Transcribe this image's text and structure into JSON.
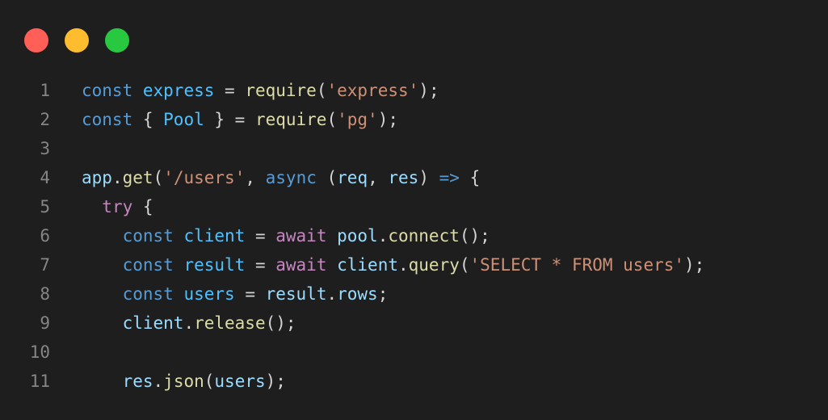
{
  "window": {
    "controls": {
      "close_color": "#ff5f57",
      "minimize_color": "#febc2e",
      "maximize_color": "#28c840"
    }
  },
  "theme": {
    "background": "#1e1e1e",
    "line_number_color": "#858585",
    "colors": {
      "decl": "#569cd6",
      "var": "#4fc1ff",
      "fn": "#dcdcaa",
      "str": "#ce9178",
      "ctrl": "#c586c0",
      "prop": "#9cdcfe",
      "plain": "#d4d4d4"
    }
  },
  "code": {
    "lines": [
      {
        "number": "1",
        "tokens": [
          {
            "t": "const",
            "c": "decl"
          },
          {
            "t": " ",
            "c": "plain"
          },
          {
            "t": "express",
            "c": "var"
          },
          {
            "t": " = ",
            "c": "plain"
          },
          {
            "t": "require",
            "c": "fn"
          },
          {
            "t": "(",
            "c": "plain"
          },
          {
            "t": "'express'",
            "c": "str"
          },
          {
            "t": ");",
            "c": "plain"
          }
        ]
      },
      {
        "number": "2",
        "tokens": [
          {
            "t": "const",
            "c": "decl"
          },
          {
            "t": " { ",
            "c": "plain"
          },
          {
            "t": "Pool",
            "c": "var"
          },
          {
            "t": " } = ",
            "c": "plain"
          },
          {
            "t": "require",
            "c": "fn"
          },
          {
            "t": "(",
            "c": "plain"
          },
          {
            "t": "'pg'",
            "c": "str"
          },
          {
            "t": ");",
            "c": "plain"
          }
        ]
      },
      {
        "number": "3",
        "tokens": []
      },
      {
        "number": "4",
        "tokens": [
          {
            "t": "app",
            "c": "prop"
          },
          {
            "t": ".",
            "c": "plain"
          },
          {
            "t": "get",
            "c": "fn"
          },
          {
            "t": "(",
            "c": "plain"
          },
          {
            "t": "'/users'",
            "c": "str"
          },
          {
            "t": ", ",
            "c": "plain"
          },
          {
            "t": "async",
            "c": "decl"
          },
          {
            "t": " (",
            "c": "plain"
          },
          {
            "t": "req",
            "c": "prop"
          },
          {
            "t": ", ",
            "c": "plain"
          },
          {
            "t": "res",
            "c": "prop"
          },
          {
            "t": ") ",
            "c": "plain"
          },
          {
            "t": "=>",
            "c": "decl"
          },
          {
            "t": " {",
            "c": "plain"
          }
        ]
      },
      {
        "number": "5",
        "tokens": [
          {
            "t": "  ",
            "c": "plain"
          },
          {
            "t": "try",
            "c": "ctrl"
          },
          {
            "t": " {",
            "c": "plain"
          }
        ]
      },
      {
        "number": "6",
        "tokens": [
          {
            "t": "    ",
            "c": "plain"
          },
          {
            "t": "const",
            "c": "decl"
          },
          {
            "t": " ",
            "c": "plain"
          },
          {
            "t": "client",
            "c": "var"
          },
          {
            "t": " = ",
            "c": "plain"
          },
          {
            "t": "await",
            "c": "ctrl"
          },
          {
            "t": " ",
            "c": "plain"
          },
          {
            "t": "pool",
            "c": "prop"
          },
          {
            "t": ".",
            "c": "plain"
          },
          {
            "t": "connect",
            "c": "fn"
          },
          {
            "t": "();",
            "c": "plain"
          }
        ]
      },
      {
        "number": "7",
        "tokens": [
          {
            "t": "    ",
            "c": "plain"
          },
          {
            "t": "const",
            "c": "decl"
          },
          {
            "t": " ",
            "c": "plain"
          },
          {
            "t": "result",
            "c": "var"
          },
          {
            "t": " = ",
            "c": "plain"
          },
          {
            "t": "await",
            "c": "ctrl"
          },
          {
            "t": " ",
            "c": "plain"
          },
          {
            "t": "client",
            "c": "prop"
          },
          {
            "t": ".",
            "c": "plain"
          },
          {
            "t": "query",
            "c": "fn"
          },
          {
            "t": "(",
            "c": "plain"
          },
          {
            "t": "'SELECT * FROM users'",
            "c": "str"
          },
          {
            "t": ");",
            "c": "plain"
          }
        ]
      },
      {
        "number": "8",
        "tokens": [
          {
            "t": "    ",
            "c": "plain"
          },
          {
            "t": "const",
            "c": "decl"
          },
          {
            "t": " ",
            "c": "plain"
          },
          {
            "t": "users",
            "c": "var"
          },
          {
            "t": " = ",
            "c": "plain"
          },
          {
            "t": "result",
            "c": "prop"
          },
          {
            "t": ".",
            "c": "plain"
          },
          {
            "t": "rows",
            "c": "prop"
          },
          {
            "t": ";",
            "c": "plain"
          }
        ]
      },
      {
        "number": "9",
        "tokens": [
          {
            "t": "    ",
            "c": "plain"
          },
          {
            "t": "client",
            "c": "prop"
          },
          {
            "t": ".",
            "c": "plain"
          },
          {
            "t": "release",
            "c": "fn"
          },
          {
            "t": "();",
            "c": "plain"
          }
        ]
      },
      {
        "number": "10",
        "tokens": []
      },
      {
        "number": "11",
        "tokens": [
          {
            "t": "    ",
            "c": "plain"
          },
          {
            "t": "res",
            "c": "prop"
          },
          {
            "t": ".",
            "c": "plain"
          },
          {
            "t": "json",
            "c": "fn"
          },
          {
            "t": "(",
            "c": "plain"
          },
          {
            "t": "users",
            "c": "prop"
          },
          {
            "t": ");",
            "c": "plain"
          }
        ]
      }
    ]
  }
}
